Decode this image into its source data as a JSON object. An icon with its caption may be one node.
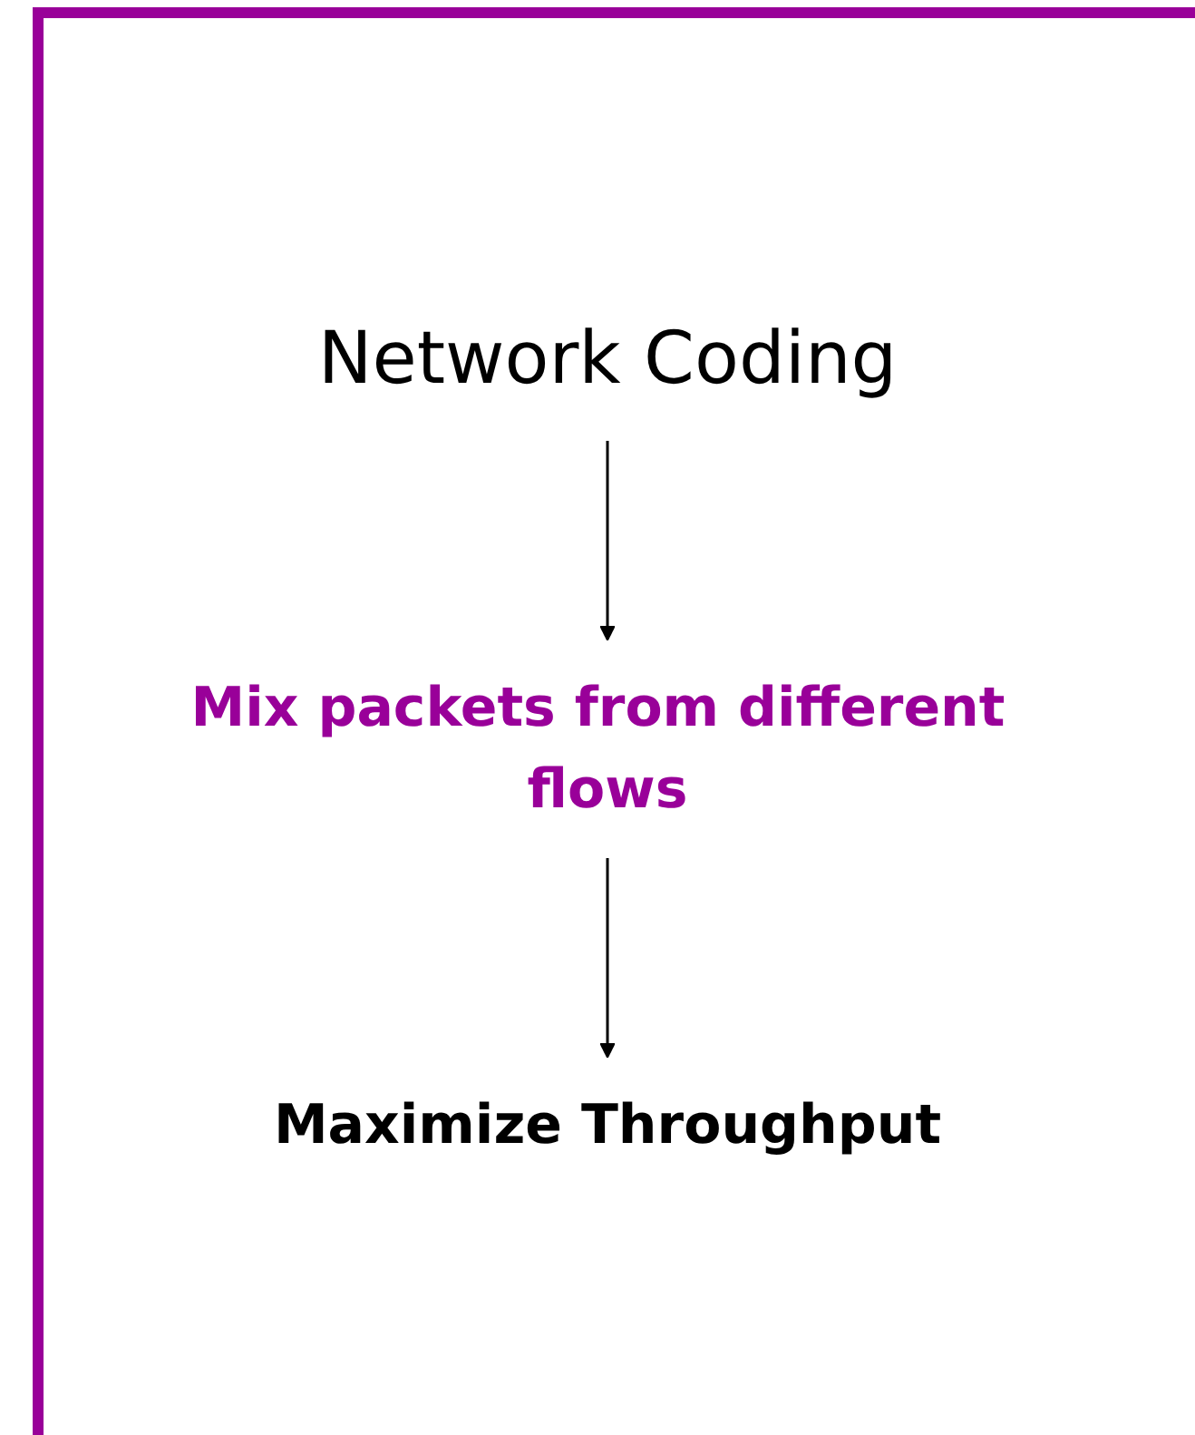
{
  "diagram": {
    "nodes": [
      {
        "text": [
          "Network Coding"
        ]
      },
      {
        "text": [
          "Mix packets from different flows"
        ]
      },
      {
        "text": [
          "Maximize Throughput"
        ]
      }
    ],
    "edges": [
      {
        "from": 0,
        "to": 1,
        "arrow": "to"
      },
      {
        "from": 1,
        "to": 2,
        "arrow": "to"
      }
    ]
  }
}
